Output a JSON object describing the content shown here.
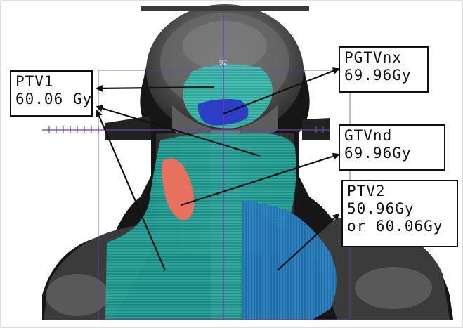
{
  "figure": {
    "slice_marker": "92",
    "labels": {
      "ptv1": {
        "name": "PTV1",
        "dose": "60.06 Gy"
      },
      "pgtvnx": {
        "name": "PGTVnx",
        "dose": "69.96Gy"
      },
      "gtvnd": {
        "name": "GTVnd",
        "dose": "69.96Gy"
      },
      "ptv2": {
        "name": "PTV2",
        "dose": "50.96Gy",
        "alt_dose": "or 60.06Gy"
      }
    },
    "colors": {
      "ptv1_contour": "#3fc9b8",
      "pgtvnx_contour": "#2c3ec4",
      "gtvnd_contour": "#e8705e",
      "ptv2_contour": "#2c86c6",
      "crosshair": "#6a3fb0",
      "arrow": "#111111"
    }
  }
}
